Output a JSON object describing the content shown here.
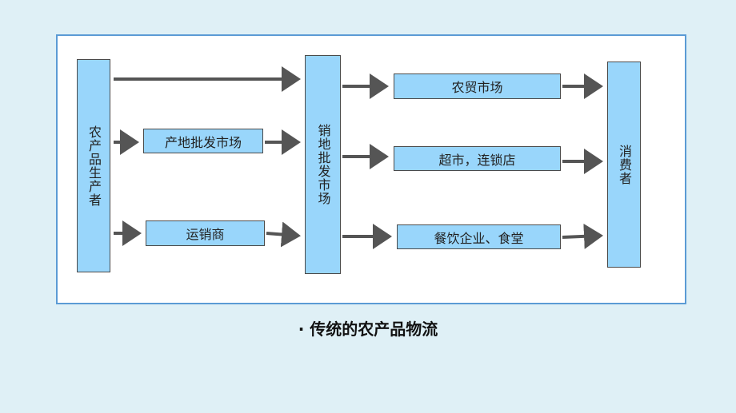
{
  "diagram": {
    "producer": "农产品生产者",
    "origin_wholesale": "产地批发市场",
    "distributor": "运销商",
    "sales_wholesale": "销地批发市场",
    "farmers_market": "农贸市场",
    "supermarket": "超市，连锁店",
    "catering": "餐饮企业、食堂",
    "consumer": "消费者"
  },
  "caption": "传统的农产品物流",
  "caption_bullet": "·",
  "colors": {
    "box_fill": "#99d6fb",
    "arrow": "#555555",
    "frame_border": "#5b9bd5",
    "background": "#dff0f6"
  }
}
